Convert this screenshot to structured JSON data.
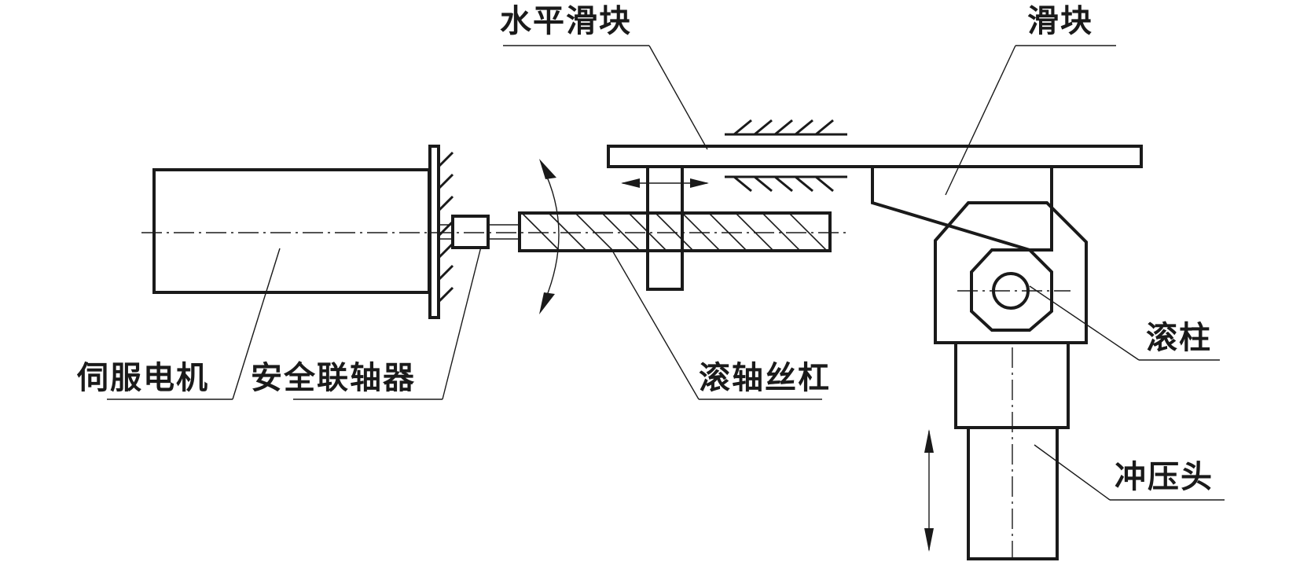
{
  "labels": {
    "horizontal_slider": "水平滑块",
    "slider": "滑块",
    "servo_motor": "伺服电机",
    "safety_coupling": "安全联轴器",
    "ball_screw": "滚轴丝杠",
    "roller": "滚柱",
    "punch_head": "冲压头"
  }
}
